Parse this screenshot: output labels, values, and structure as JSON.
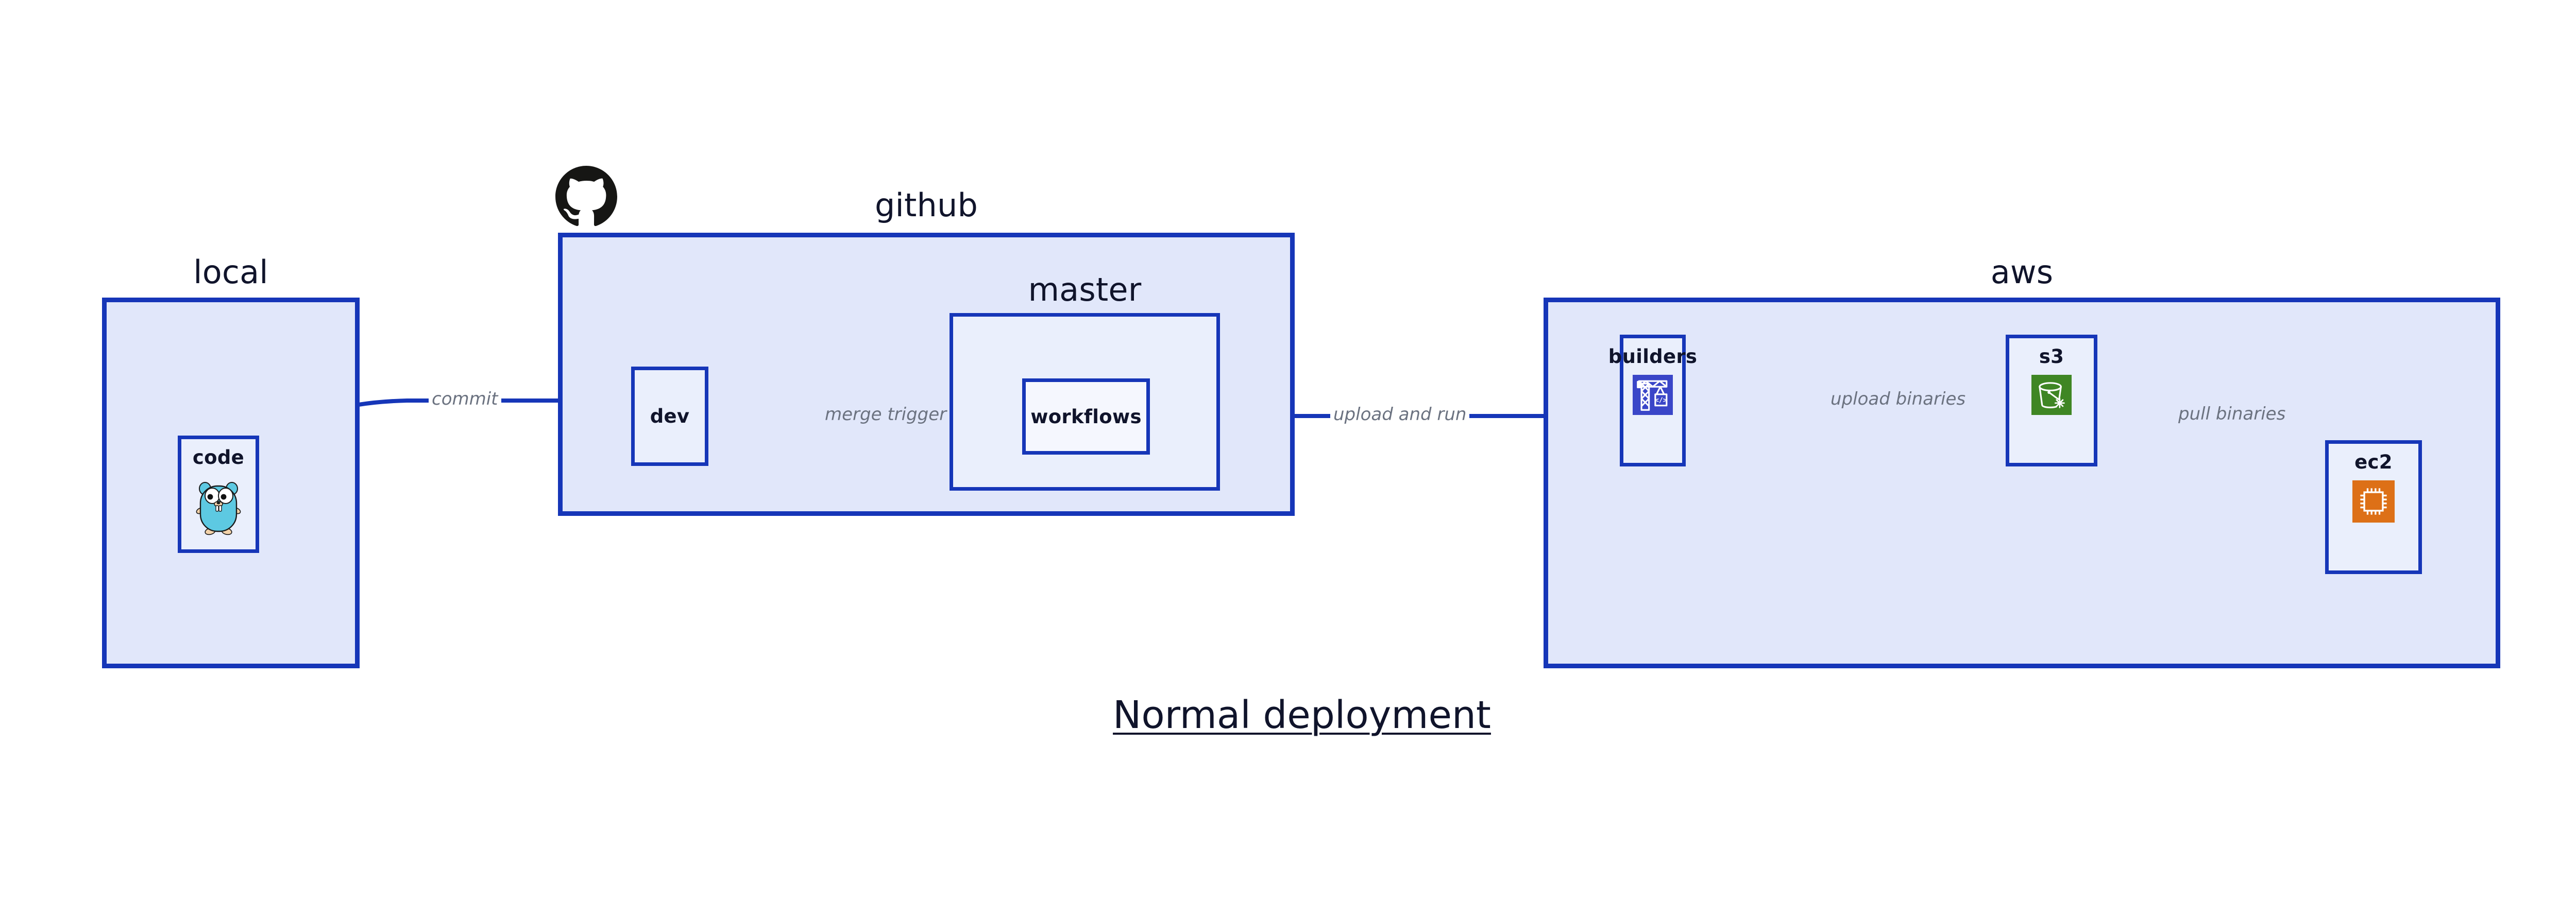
{
  "diagram": {
    "title": "Normal deployment",
    "type": "deployment-flow-diagram",
    "colors": {
      "group_fill": "#e1e7fa",
      "node_fill": "#eaeffc",
      "border_blue": "#1636b8",
      "edge_blue": "#1636b8",
      "label_gray": "#6b7280",
      "text_dark": "#10142b",
      "builders_icon": "#3a46c8",
      "s3_icon": "#3f8624",
      "ec2_icon": "#dd7017",
      "gopher_body": "#5dc9e2",
      "github_logo": "#161614"
    }
  },
  "groups": [
    {
      "id": "local",
      "label": "local"
    },
    {
      "id": "github",
      "label": "github"
    },
    {
      "id": "master",
      "label": "master"
    },
    {
      "id": "aws",
      "label": "aws"
    }
  ],
  "nodes": [
    {
      "id": "code",
      "label": "code",
      "icon": "go-gopher-icon",
      "group": "local"
    },
    {
      "id": "dev",
      "label": "dev",
      "icon": null,
      "group": "github"
    },
    {
      "id": "workflows",
      "label": "workflows",
      "icon": null,
      "group": "master"
    },
    {
      "id": "builders",
      "label": "builders",
      "icon": "aws-builders-crane-icon",
      "group": "aws"
    },
    {
      "id": "s3",
      "label": "s3",
      "icon": "aws-s3-bucket-icon",
      "group": "aws"
    },
    {
      "id": "ec2",
      "label": "ec2",
      "icon": "aws-ec2-chip-icon",
      "group": "aws"
    }
  ],
  "edges": [
    {
      "id": "commit",
      "from": "code",
      "to": "dev",
      "label": "commit"
    },
    {
      "id": "merge-trigger",
      "from": "dev",
      "to": "workflows",
      "label": "merge trigger"
    },
    {
      "id": "upload-and-run",
      "from": "workflows",
      "to": "builders",
      "label": "upload and run"
    },
    {
      "id": "upload-binaries",
      "from": "builders",
      "to": "s3",
      "label": "upload binaries"
    },
    {
      "id": "pull-binaries",
      "from": "s3",
      "to": "ec2",
      "label": "pull binaries"
    }
  ]
}
